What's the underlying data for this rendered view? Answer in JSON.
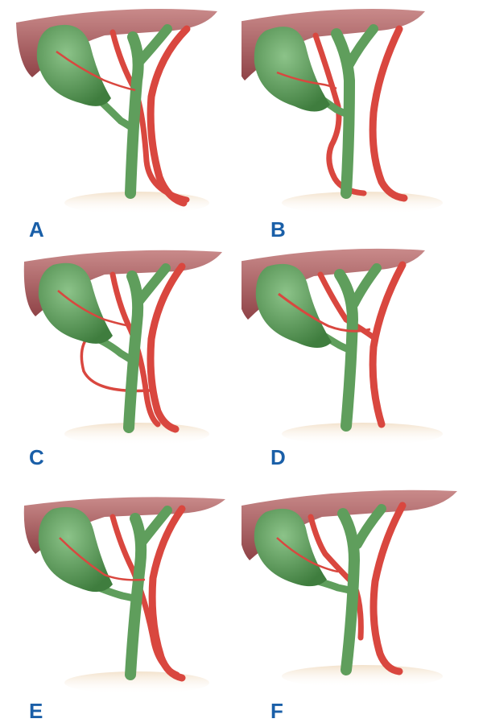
{
  "colors": {
    "label": "#1a5fa8",
    "liver": "#a8575a",
    "gallbladder": "#5f9e5c",
    "bile_duct": "#5f9e5c",
    "artery": "#d9473f",
    "duodenum": "#efd9c0"
  },
  "panels": [
    {
      "id": "A",
      "label": "A"
    },
    {
      "id": "B",
      "label": "B"
    },
    {
      "id": "C",
      "label": "C"
    },
    {
      "id": "D",
      "label": "D"
    },
    {
      "id": "E",
      "label": "E"
    },
    {
      "id": "F",
      "label": "F"
    }
  ]
}
